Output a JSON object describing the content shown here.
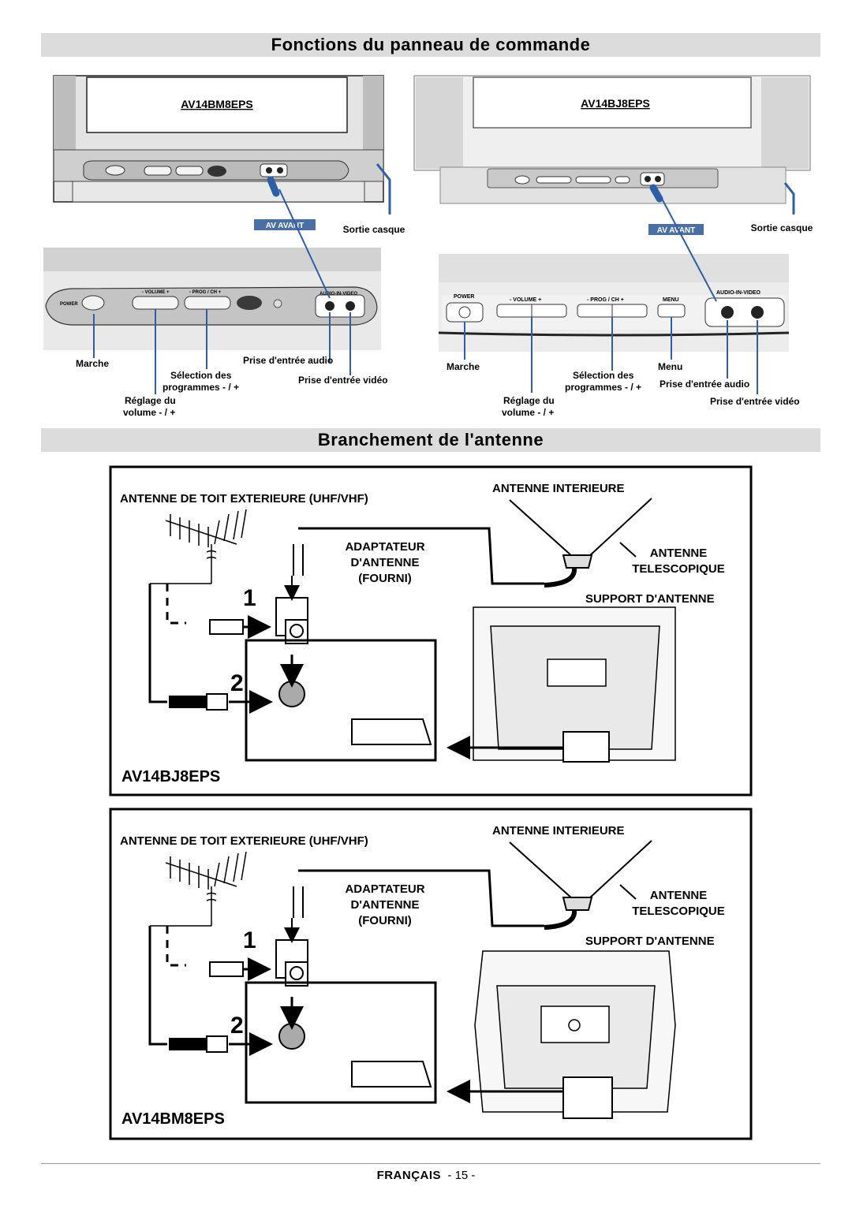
{
  "headings": {
    "control_panel": "Fonctions du panneau de commande",
    "antenna": "Branchement de l'antenne"
  },
  "control_panel": {
    "left": {
      "model": "AV14BM8EPS",
      "av_badge": "AV AVANT",
      "headphone": "Sortie casque",
      "panel_labels": {
        "power": "POWER",
        "volume": "- VOLUME +",
        "prog": "- PROG / CH +",
        "audio_video": "AUDIO-IN-VIDEO"
      },
      "callouts": {
        "marche": "Marche",
        "selection": "Sélection des",
        "programmes": "programmes - / +",
        "reglage": "Réglage du",
        "volume": "volume - / +",
        "audio_in": "Prise d'entrée audio",
        "video_in": "Prise d'entrée vidéo"
      }
    },
    "right": {
      "model": "AV14BJ8EPS",
      "av_badge": "AV AVANT",
      "headphone": "Sortie casque",
      "panel_labels": {
        "power": "POWER",
        "volume": "- VOLUME +",
        "prog": "- PROG / CH +",
        "menu": "MENU",
        "audio_video": "AUDIO-IN-VIDEO"
      },
      "callouts": {
        "marche": "Marche",
        "selection": "Sélection des",
        "programmes": "programmes - / +",
        "menu": "Menu",
        "reglage": "Réglage du",
        "volume": "volume - / +",
        "audio_in": "Prise d'entrée audio",
        "video_in": "Prise d'entrée vidéo"
      }
    }
  },
  "antenna_diagrams": [
    {
      "outdoor": "ANTENNE DE TOIT EXTERIEURE (UHF/VHF)",
      "indoor": "ANTENNE INTERIEURE",
      "adapter_1": "ADAPTATEUR",
      "adapter_2": "D'ANTENNE",
      "adapter_3": "(FOURNI)",
      "telescopic_1": "ANTENNE",
      "telescopic_2": "TELESCOPIQUE",
      "support": "SUPPORT D'ANTENNE",
      "step_1": "1",
      "step_2": "2",
      "model": "AV14BJ8EPS"
    },
    {
      "outdoor": "ANTENNE DE TOIT EXTERIEURE (UHF/VHF)",
      "indoor": "ANTENNE INTERIEURE",
      "adapter_1": "ADAPTATEUR",
      "adapter_2": "D'ANTENNE",
      "adapter_3": "(FOURNI)",
      "telescopic_1": "ANTENNE",
      "telescopic_2": "TELESCOPIQUE",
      "support": "SUPPORT D'ANTENNE",
      "step_1": "1",
      "step_2": "2",
      "model": "AV14BM8EPS"
    }
  ],
  "footer": {
    "language": "FRANÇAIS",
    "page": "- 15 -"
  },
  "colors": {
    "band": "#dcdcdc",
    "badge": "#4a6fa5",
    "callout_line": "#2d5fa8"
  }
}
